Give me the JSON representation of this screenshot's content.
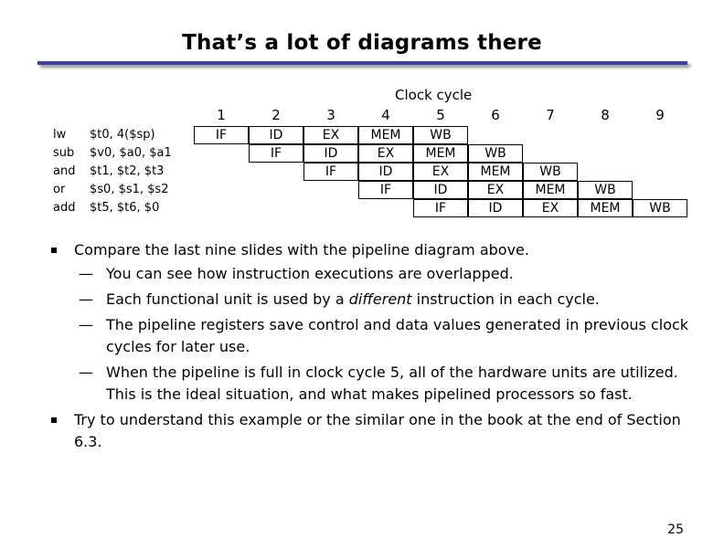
{
  "title": "That’s a lot of diagrams there",
  "clock_header": "Clock cycle",
  "cycles": [
    "1",
    "2",
    "3",
    "4",
    "5",
    "6",
    "7",
    "8",
    "9"
  ],
  "instructions": [
    {
      "op": "lw",
      "args": "$t0, 4($sp)",
      "stages": [
        "IF",
        "ID",
        "EX",
        "MEM",
        "WB"
      ]
    },
    {
      "op": "sub",
      "args": "$v0, $a0, $a1",
      "stages": [
        "IF",
        "ID",
        "EX",
        "MEM",
        "WB"
      ]
    },
    {
      "op": "and",
      "args": "$t1, $t2, $t3",
      "stages": [
        "IF",
        "ID",
        "EX",
        "MEM",
        "WB"
      ]
    },
    {
      "op": "or",
      "args": "$s0, $s1, $s2",
      "stages": [
        "IF",
        "ID",
        "EX",
        "MEM",
        "WB"
      ]
    },
    {
      "op": "add",
      "args": "$t5, $t6, $0",
      "stages": [
        "IF",
        "ID",
        "EX",
        "MEM",
        "WB"
      ]
    }
  ],
  "bullets": {
    "b1": "Compare the last nine slides with the pipeline diagram above.",
    "sub1": "You can see how instruction executions are overlapped.",
    "sub2_pre": "Each functional unit is used by a ",
    "sub2_em": "different",
    "sub2_post": " instruction in each cycle.",
    "sub3": "The pipeline registers save control and data values generated in previous clock cycles for later use.",
    "sub4": "When the pipeline is full in clock cycle 5, all of the hardware units are utilized. This is the ideal situation, and what makes pipelined processors so fast.",
    "b2": "Try to understand this example or the similar one in the book at the end of Section 6.3."
  },
  "dash_glyph": "—",
  "page_number": "25",
  "colors": {
    "title_rule": "#3f3fa6"
  }
}
